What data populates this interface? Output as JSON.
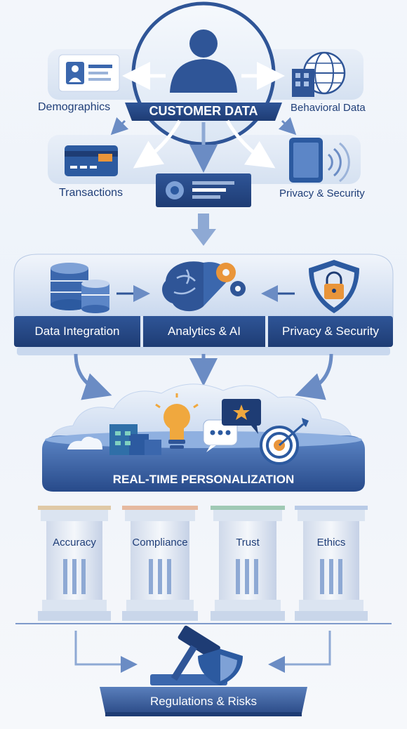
{
  "header": {
    "title": "CUSTOMER DATA"
  },
  "sources": {
    "demographics": "Demographics",
    "behavioral": "Behavioral Data",
    "transactions": "Transactions",
    "privacy": "Privacy & Security"
  },
  "engine": {
    "data_integration": "Data Integration",
    "analytics": "Analytics & AI",
    "privacy": "Privacy & Security"
  },
  "personalization": {
    "title": "REAL-TIME PERSONALIZATION"
  },
  "pillars": [
    "Accuracy",
    "Compliance",
    "Trust",
    "Ethics"
  ],
  "foundation": {
    "title": "Regulations & Risks"
  },
  "colors": {
    "navy": "#1f3e78",
    "blue": "#3a64a8",
    "light": "#dfe8f5",
    "accent": "#e9953a"
  },
  "icons": [
    "person-icon",
    "id-card-icon",
    "building-globe-icon",
    "credit-card-icon",
    "tablet-wireless-icon",
    "database-icon",
    "brain-gear-icon",
    "shield-lock-icon",
    "lightbulb-icon",
    "chat-icon",
    "star-bubble-icon",
    "target-icon",
    "gavel-icon"
  ]
}
